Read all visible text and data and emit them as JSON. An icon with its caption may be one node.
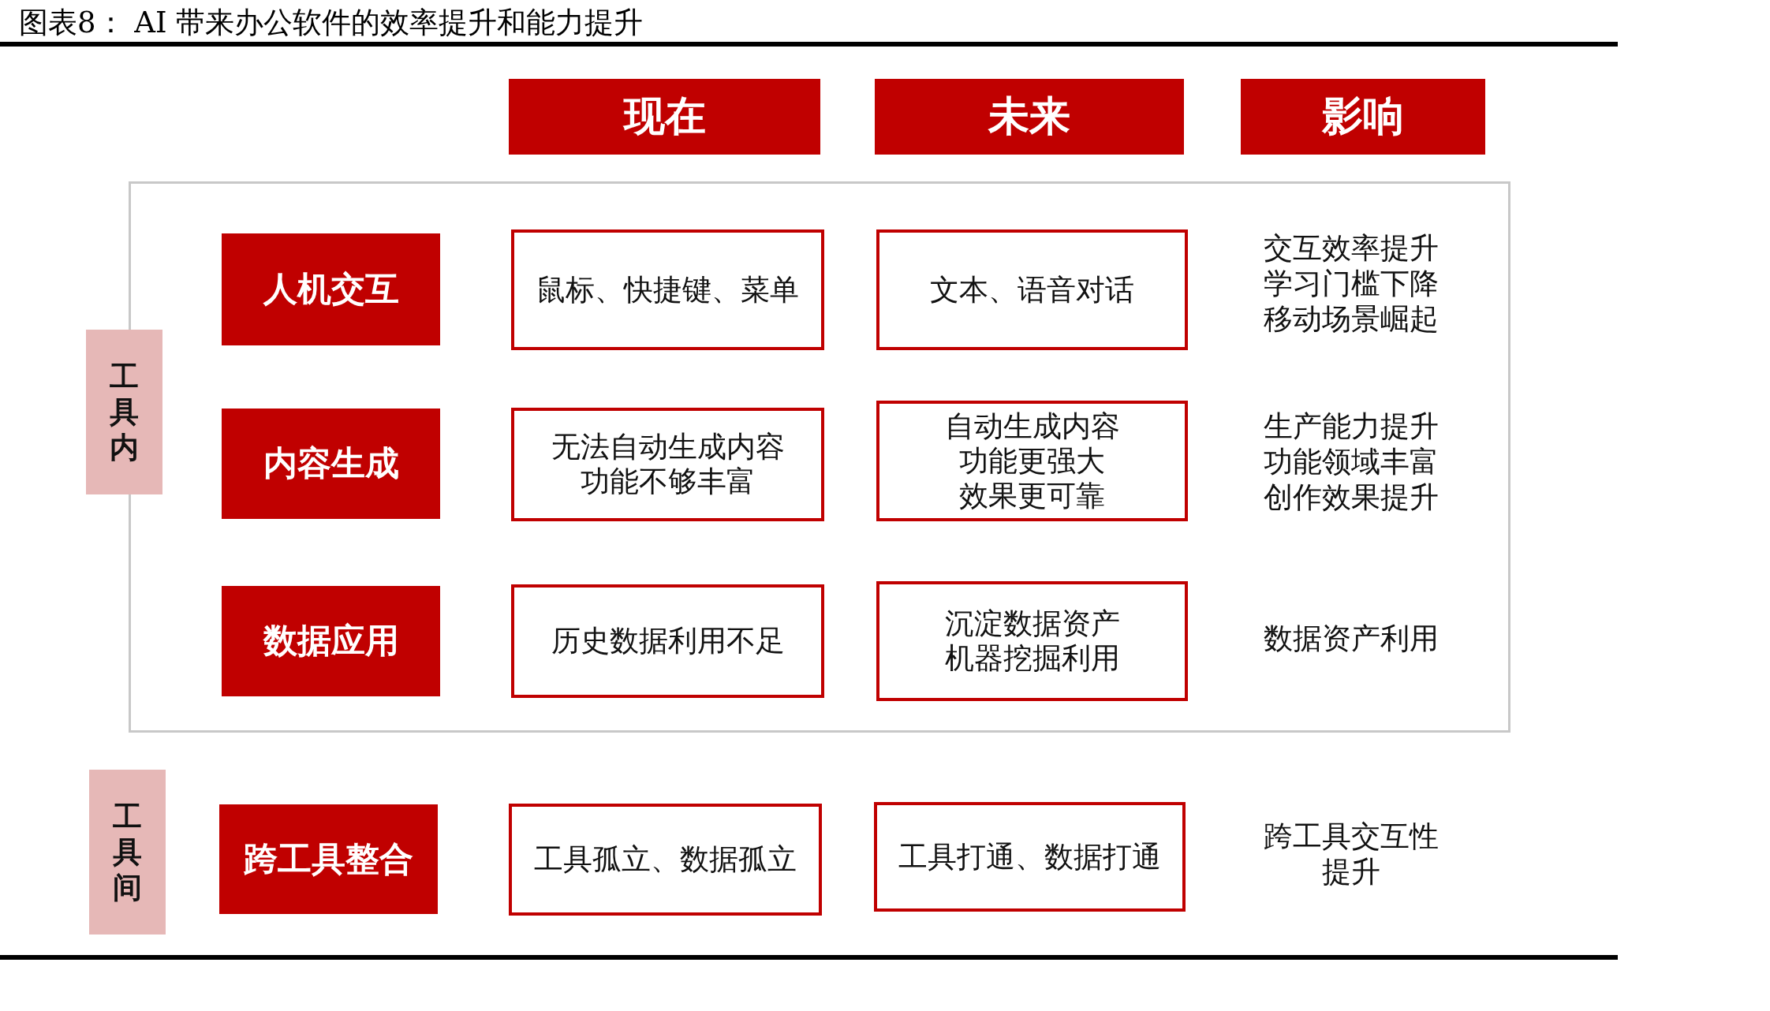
{
  "diagram": {
    "title": "图表8： AI 带来办公软件的效率提升和能力提升",
    "nodes": [
      {
        "text": [
          "现在"
        ]
      },
      {
        "text": [
          "未来"
        ]
      },
      {
        "text": [
          "影响"
        ]
      },
      {
        "text": [],
        "shape": "box"
      },
      {
        "text": [
          "工具内"
        ]
      },
      {
        "text": [
          "人机交互"
        ],
        "in": 3
      },
      {
        "text": [
          "鼠标、快捷键、菜单"
        ],
        "in": 3
      },
      {
        "text": [
          "文本、语音对话"
        ],
        "in": 3
      },
      {
        "text": [
          "内容生成"
        ],
        "in": 3
      },
      {
        "text": [
          "无法自动生成内容功能不够丰富"
        ],
        "in": 3
      },
      {
        "text": [
          "自动生成内容功能更强大效果更可靠"
        ],
        "in": 3
      },
      {
        "text": [
          "数据应用"
        ],
        "in": 3
      },
      {
        "text": [
          "历史数据利用不足"
        ],
        "in": 3
      },
      {
        "text": [
          "沉淀数据资产机器挖掘利用"
        ],
        "in": 3
      },
      {
        "text": [
          "工具间"
        ]
      },
      {
        "text": [
          "跨工具整合"
        ]
      },
      {
        "text": [
          "工具孤立、数据孤立"
        ]
      },
      {
        "text": [
          "工具打通、数据打通"
        ]
      }
    ],
    "labels": [
      "交互效率提升学习门槛下降移动场景崛起",
      "生产能力提升功能领域丰富创作效果提升",
      "数据资产利用",
      "跨工具交互性提升"
    ]
  }
}
